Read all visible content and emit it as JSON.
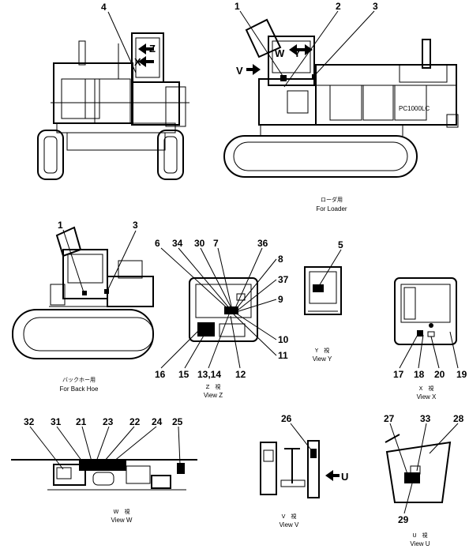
{
  "labels": {
    "n1": "1",
    "n2": "2",
    "n3": "3",
    "n4": "4",
    "n5": "5",
    "n6": "6",
    "n7": "7",
    "n8": "8",
    "n9": "9",
    "n10": "10",
    "n11": "11",
    "n12": "12",
    "n13_14": "13,14",
    "n15": "15",
    "n16": "16",
    "n17": "17",
    "n18": "18",
    "n19": "19",
    "n20": "20",
    "n21": "21",
    "n22": "22",
    "n23": "23",
    "n24": "24",
    "n25": "25",
    "n26": "26",
    "n27": "27",
    "n28": "28",
    "n29": "29",
    "n30": "30",
    "n31": "31",
    "n32": "32",
    "n33": "33",
    "n34": "34",
    "n36": "36",
    "n37": "37"
  },
  "view_tags": {
    "v": "V",
    "u": "U",
    "w": "W",
    "x": "X",
    "y": "Y",
    "z": "Z"
  },
  "machine_plate": "PC1000LC",
  "captions": {
    "loader_ja": "ローダ用",
    "loader_en": "For Loader",
    "backhoe_ja": "バックホー用",
    "backhoe_en": "For Back Hoe",
    "view_y_ja": "Y　視",
    "view_y_en": "View Y",
    "view_z_ja": "Z　視",
    "view_z_en": "View Z",
    "view_x_ja": "X　視",
    "view_x_en": "View X",
    "view_w_ja": "W　視",
    "view_w_en": "View W",
    "view_v_ja": "V　視",
    "view_v_en": "View V",
    "view_u_ja": "U　視",
    "view_u_en": "View U"
  }
}
